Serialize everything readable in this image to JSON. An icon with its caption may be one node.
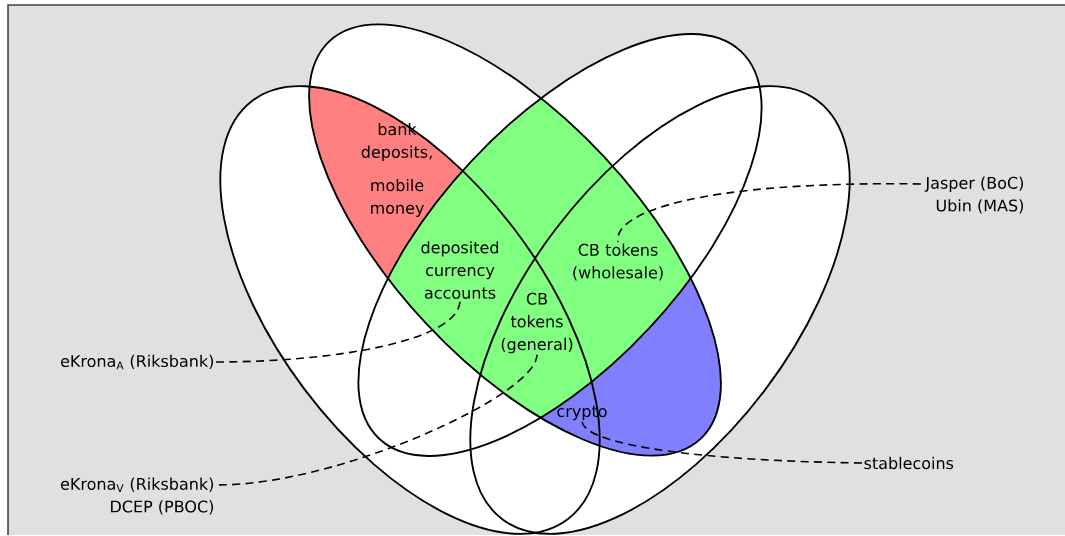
{
  "diagram": {
    "nodes": [
      {
        "text": [
          "bank deposits,",
          "mobile money"
        ]
      },
      {
        "text": [
          "deposited currency accounts"
        ]
      },
      {
        "text": [
          "CB tokens (wholesale)"
        ]
      },
      {
        "text": [
          "CB tokens (general)"
        ]
      },
      {
        "text": [
          "crypto"
        ]
      },
      {
        "text": [
          "eKrona$_{A}$ (Riksbank)"
        ]
      },
      {
        "text": [
          "eKrona$_{V}$ (Riksbank)",
          "DCEP (PBOC)"
        ]
      },
      {
        "text": [
          "Jasper (BoC)",
          "Ubin (MAS)"
        ]
      },
      {
        "text": [
          "stablecoins"
        ]
      }
    ],
    "edges": [
      {
        "from": 5,
        "to": 1,
        "arrow": "none",
        "style": "dashed"
      },
      {
        "from": 6,
        "to": 3,
        "arrow": "none",
        "style": "dashed"
      },
      {
        "from": 7,
        "to": 2,
        "arrow": "none",
        "style": "dashed"
      },
      {
        "from": 8,
        "to": 4,
        "arrow": "none",
        "style": "dashed"
      }
    ]
  }
}
